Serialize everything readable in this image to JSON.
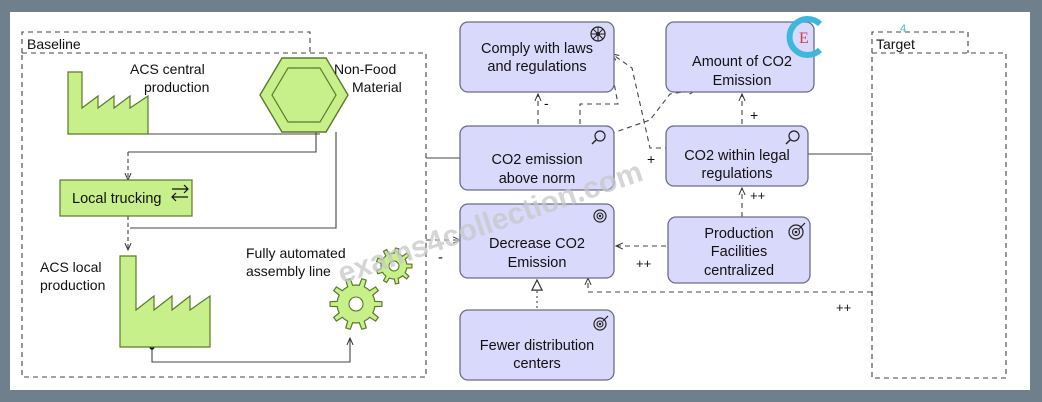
{
  "baseline": {
    "title": "Baseline",
    "acs_central": "ACS central production",
    "acs_central_lines": [
      "ACS central",
      "production"
    ],
    "non_food_lines": [
      "Non-Food",
      "Material"
    ],
    "local_trucking": "Local trucking",
    "acs_local_lines": [
      "ACS local",
      "production"
    ],
    "assembly_lines": [
      "Fully automated",
      "assembly line"
    ]
  },
  "target": {
    "title": "Target"
  },
  "elements": {
    "comply": [
      "Comply with laws",
      "and regulations"
    ],
    "amount": [
      "Amount of CO2",
      "Emission"
    ],
    "above_norm": [
      "CO2 emission",
      "above norm"
    ],
    "within_legal": [
      "CO2 within legal",
      "regulations"
    ],
    "decrease": [
      "Decrease CO2",
      "Emission"
    ],
    "production": [
      "Production",
      "Facilities",
      "centralized"
    ],
    "fewer": [
      "Fewer distribution",
      "centers"
    ]
  },
  "relation_labels": {
    "minus_1": "-",
    "minus_2": "-",
    "plus_1": "+",
    "plus_2": "+",
    "plusplus_1": "++",
    "plusplus_2": "++",
    "plusplus_3": "++"
  },
  "watermark": {
    "text": "exams4collection.com",
    "logo_letters": "E",
    "logo_number": "4"
  },
  "colors": {
    "element_fill": "#d9d9fb",
    "element_stroke": "#6b6b8f",
    "baseline_fill": "#c8f08a",
    "baseline_stroke": "#5a7a2a",
    "frame": "#6f7f8c"
  }
}
